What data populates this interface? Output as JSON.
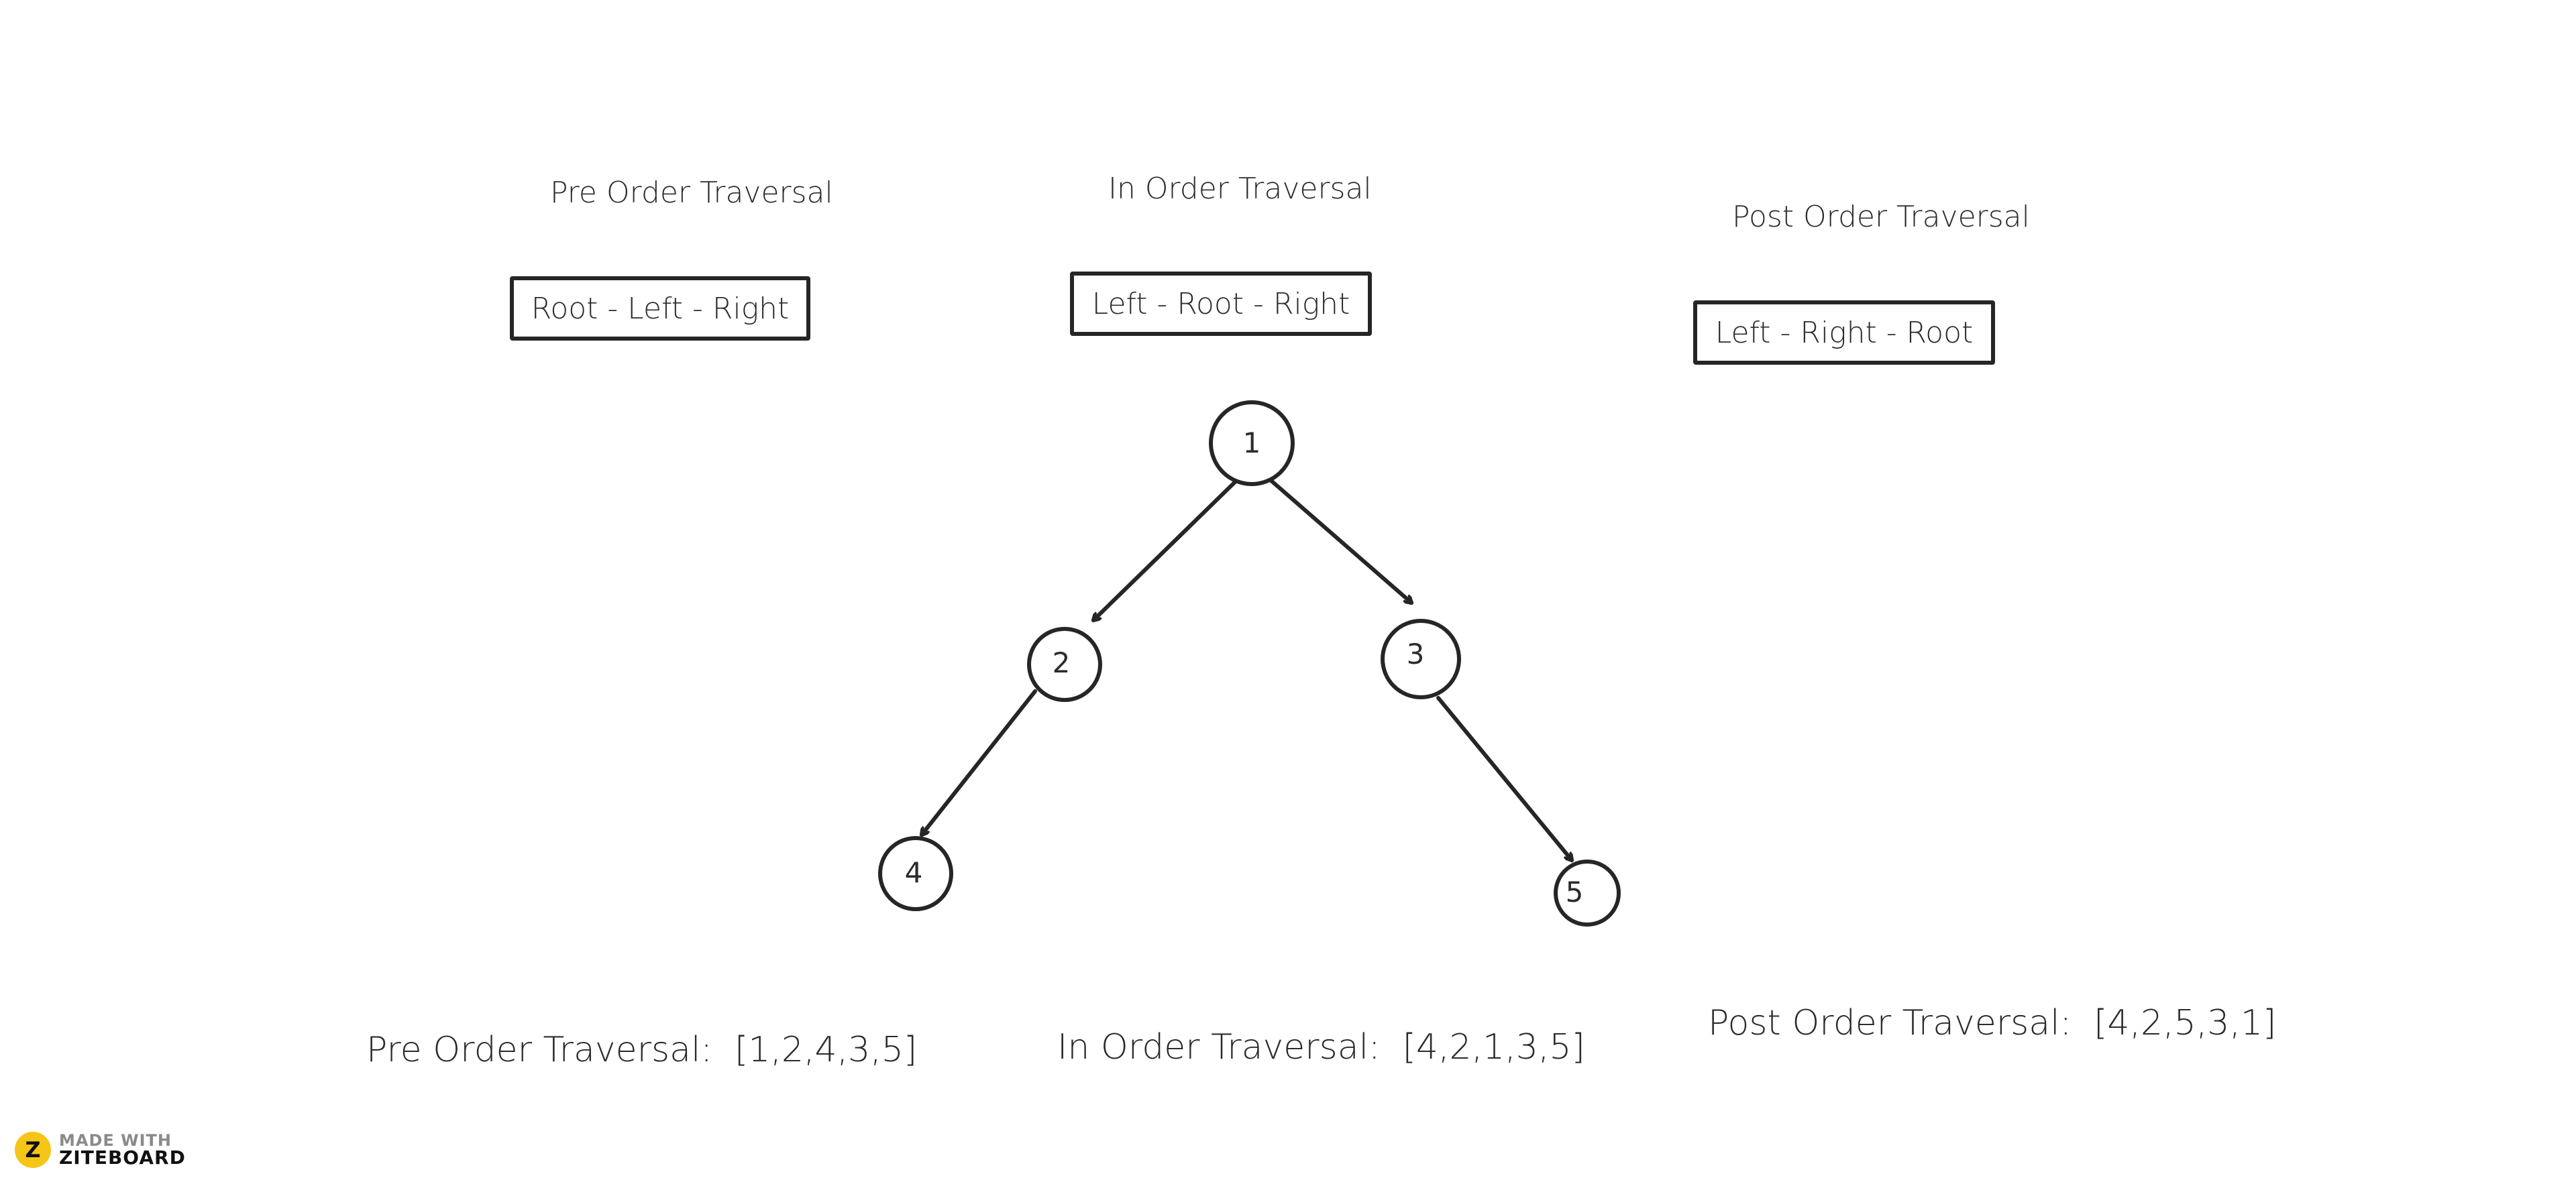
{
  "headings": {
    "pre": "Pre Order Traversal",
    "in": "In Order Traversal",
    "post": "Post Order Traversal"
  },
  "rules": {
    "pre": "Root - Left - Right",
    "in": "Left - Root - Right",
    "post": "Left - Right - Root"
  },
  "tree": {
    "nodes": [
      "1",
      "2",
      "3",
      "4",
      "5"
    ]
  },
  "results": {
    "pre_label": "Pre Order Traversal:",
    "pre_value": "[1,2,4,3,5]",
    "in_label": "In Order Traversal:",
    "in_value": "[4,2,1,3,5]",
    "post_label": "Post Order Traversal:",
    "post_value": "[4,2,5,3,1]"
  },
  "logo": {
    "top": "MADE WITH",
    "bottom": "ZITEBOARD",
    "letter": "Z"
  },
  "colors": {
    "ink": "#262626",
    "logo_yellow": "#f5c518"
  }
}
